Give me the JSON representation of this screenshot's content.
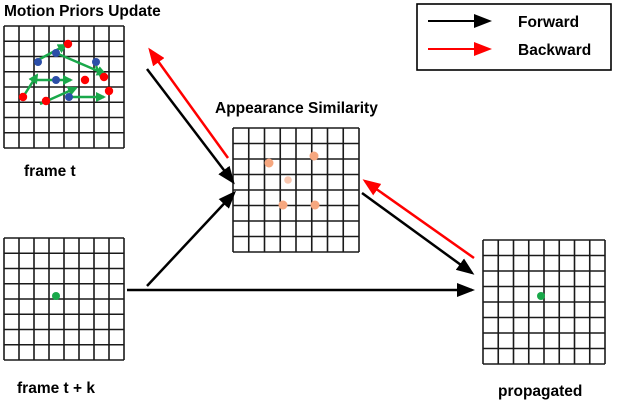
{
  "texts": {
    "title_motion": "Motion Priors Update",
    "title_appearance": "Appearance Similarity",
    "label_frame_t": "frame t",
    "label_frame_tk": "frame t + k",
    "label_propagated": "propagated"
  },
  "legend": {
    "forward_label": "Forward",
    "backward_label": "Backward"
  },
  "colors": {
    "forward": "#000000",
    "backward": "#ff0000",
    "grid_line": "#1a1a1a",
    "red_dot": "#ff0000",
    "blue_dot": "#2b4ea8",
    "green_arrow": "#19a84a",
    "green_dot": "#19a84a",
    "peach_dot": "#f6a77f",
    "peach_dot_light": "#f9c7b0"
  },
  "grids": {
    "frame_t": {
      "rows": 8,
      "cols": 8
    },
    "appearance": {
      "rows": 8,
      "cols": 8
    },
    "frame_tk": {
      "rows": 8,
      "cols": 8
    },
    "propagated": {
      "rows": 8,
      "cols": 8
    }
  }
}
